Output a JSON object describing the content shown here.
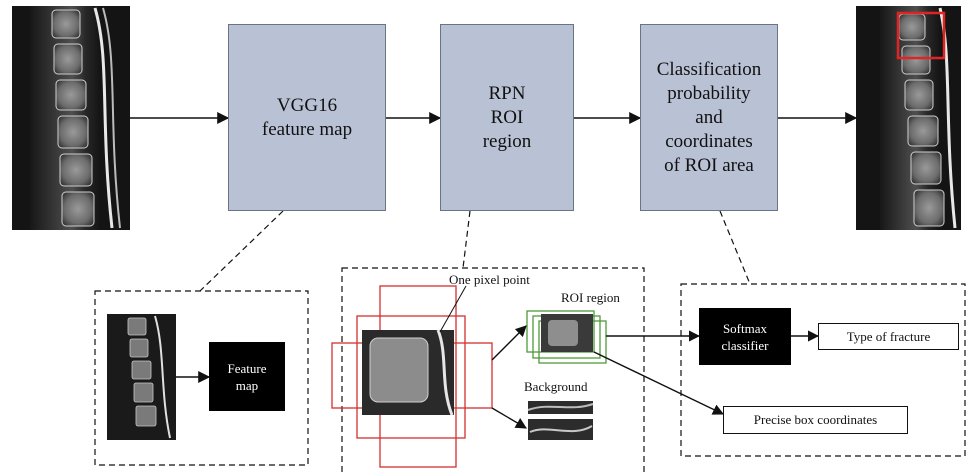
{
  "stages": {
    "vgg16": "VGG16\nfeature map",
    "rpn": "RPN\nROI\nregion",
    "classification": "Classification\nprobability\nand\ncoordinates\nof ROI area"
  },
  "detail_feature": {
    "feature_map_label": "Feature\nmap"
  },
  "detail_rpn": {
    "one_pixel_point": "One pixel point",
    "roi_region": "ROI region",
    "background": "Background"
  },
  "detail_output": {
    "softmax_classifier": "Softmax\nclassifier",
    "type_of_fracture": "Type of fracture",
    "precise_box_coordinates": "Precise box coordinates"
  },
  "colors": {
    "stage_fill": "#b9c1d4",
    "anchor_red": "#d22f2f",
    "roi_green": "#4f9a3a",
    "detection_box": "#e02424"
  }
}
